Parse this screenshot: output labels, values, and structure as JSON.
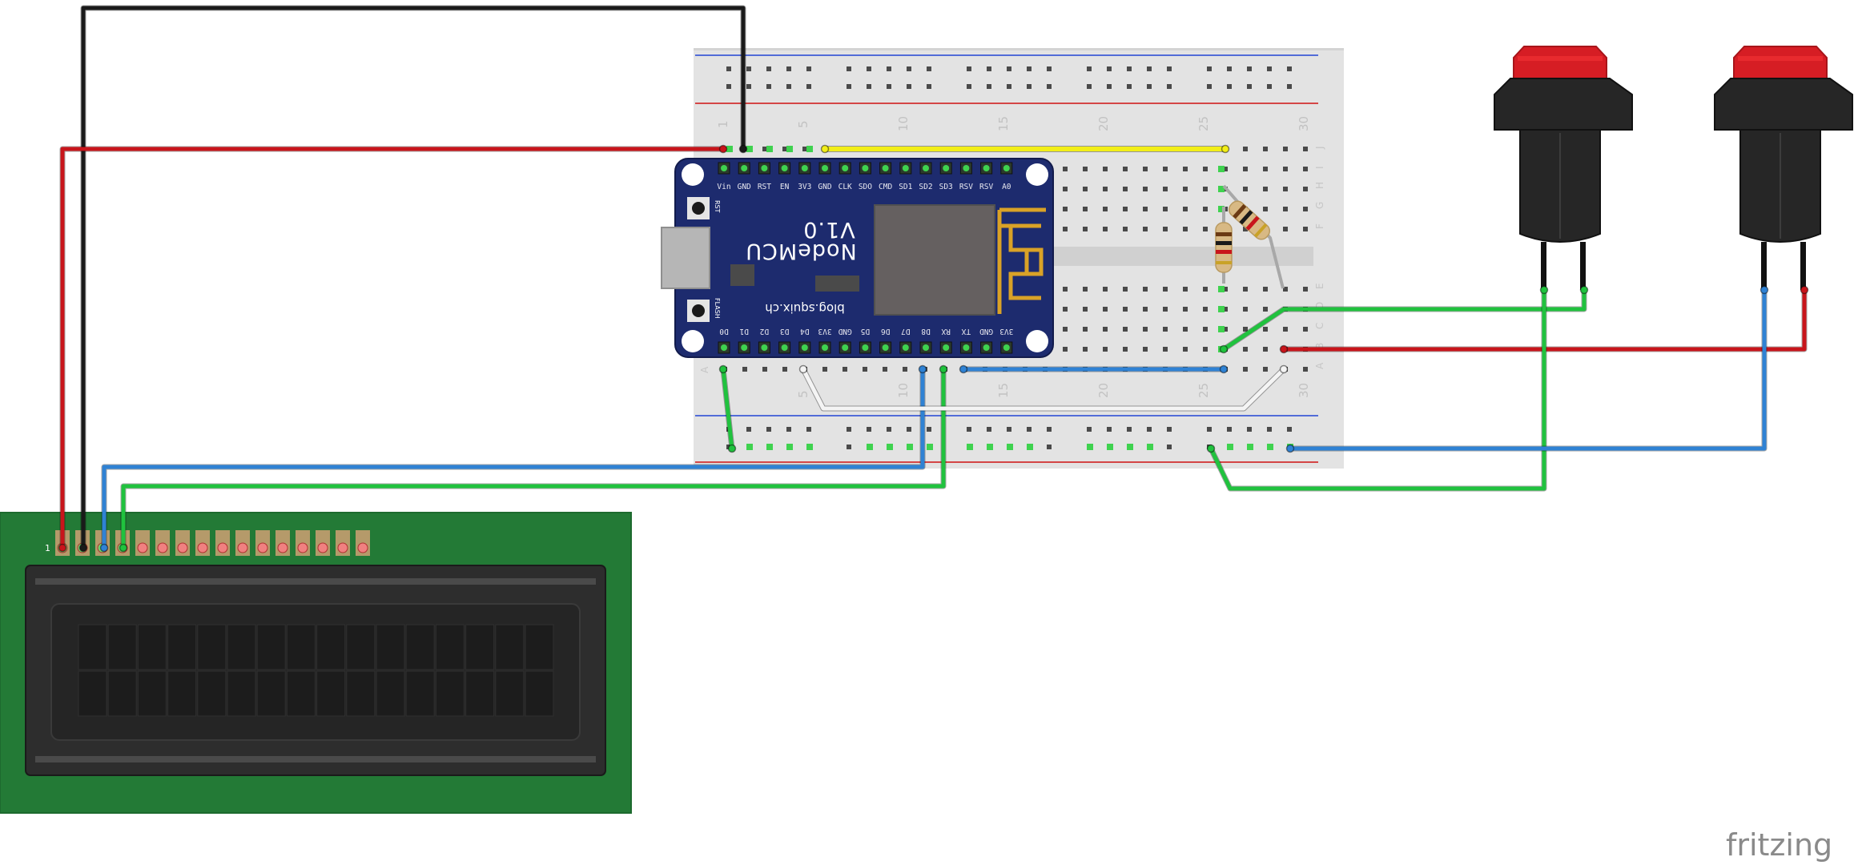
{
  "board": {
    "title": "NodeMCU",
    "version": "V1.0",
    "url": "blog.squix.ch",
    "rst_label": "RST",
    "flash_label": "FLASH",
    "top_pins": [
      "Vin",
      "GND",
      "RST",
      "EN",
      "3V3",
      "GND",
      "CLK",
      "SDO",
      "CMD",
      "SD1",
      "SD2",
      "SD3",
      "RSV",
      "RSV",
      "A0"
    ],
    "bottom_pins": [
      "3V3",
      "GND",
      "TX",
      "RX",
      "D8",
      "D7",
      "D6",
      "D5",
      "GND",
      "3V3",
      "D4",
      "D3",
      "D2",
      "D1",
      "D0"
    ]
  },
  "breadboard": {
    "column_numbers": [
      "1",
      "5",
      "10",
      "15",
      "20",
      "25",
      "30"
    ],
    "row_letters_top": [
      "J",
      "I",
      "H",
      "G",
      "F"
    ],
    "row_letters_bottom": [
      "E",
      "D",
      "C",
      "B",
      "A"
    ]
  },
  "lcd": {
    "pin1_label": "1"
  },
  "brand": "fritzing",
  "colors": {
    "red_wire": "#c8151b",
    "black_wire": "#1a1a1a",
    "blue_wire": "#2f82d4",
    "green_wire": "#20c23e",
    "yellow_wire": "#f2ee18",
    "white_wire": "#f4f4f4",
    "board_blue": "#1d2b6e",
    "lcd_pcb": "#237a36",
    "breadboard": "#e3e3e3",
    "button_body": "#262626",
    "button_cap": "#d61d24"
  }
}
